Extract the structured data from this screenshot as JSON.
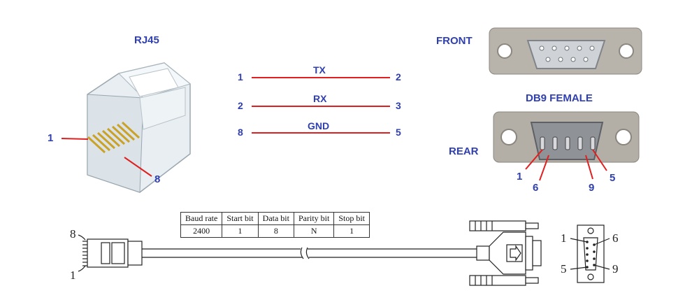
{
  "rj45": {
    "title": "RJ45",
    "pin_first": "1",
    "pin_last": "8"
  },
  "wiring": [
    {
      "signal": "TX",
      "rj45_pin": "1",
      "db9_pin": "2"
    },
    {
      "signal": "RX",
      "rj45_pin": "2",
      "db9_pin": "3"
    },
    {
      "signal": "GND",
      "rj45_pin": "8",
      "db9_pin": "5"
    }
  ],
  "db9": {
    "front_label": "FRONT",
    "title": "DB9 FEMALE",
    "rear_label": "REAR",
    "rear_pins": [
      "1",
      "6",
      "9",
      "5"
    ]
  },
  "cable_drawing": {
    "rj45_pin_top": "8",
    "rj45_pin_bottom": "1",
    "db9_pins": {
      "top_left": "1",
      "top_right": "6",
      "bottom_left": "5",
      "bottom_right": "9"
    }
  },
  "serial_settings": {
    "headers": [
      "Baud rate",
      "Start bit",
      "Data bit",
      "Parity bit",
      "Stop bit"
    ],
    "values": [
      "2400",
      "1",
      "8",
      "N",
      "1"
    ]
  },
  "colors": {
    "label": "#2f3fb0",
    "wire": "#e02020",
    "pin_gold": "#c9a227"
  }
}
